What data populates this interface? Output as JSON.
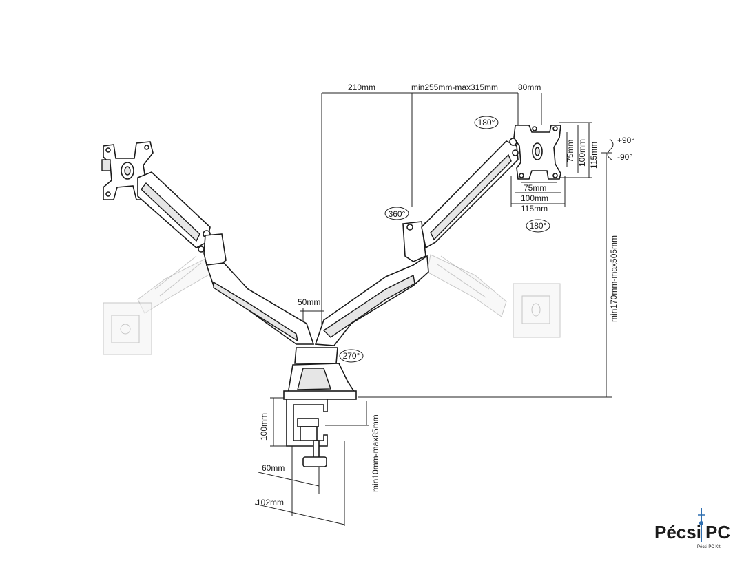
{
  "dimensions": {
    "d210": "210mm",
    "arm_reach": "min255mm-max315mm",
    "d80": "80mm",
    "v75": "75mm",
    "v100": "100mm",
    "v115": "115mm",
    "h75": "75mm",
    "h100": "100mm",
    "h115": "115mm",
    "height": "min170mm-max505mm",
    "d50": "50mm",
    "clamp100": "100mm",
    "clamp_range": "min10mm-max85mm",
    "d60": "60mm",
    "d102": "102mm"
  },
  "rotations": {
    "r180_top": "180°",
    "tilt_up": "+90°",
    "tilt_down": "-90°",
    "r360": "360°",
    "r180_bottom": "180°",
    "r270": "270°"
  },
  "logo": {
    "word_a": "Pécsi",
    "word_b": "PC",
    "sub": "Pécsi PC Kft."
  },
  "colors": {
    "line": "#1a1a1a",
    "logo_blue": "#2f6fb0",
    "logo_sky": "#5aa0d8"
  }
}
